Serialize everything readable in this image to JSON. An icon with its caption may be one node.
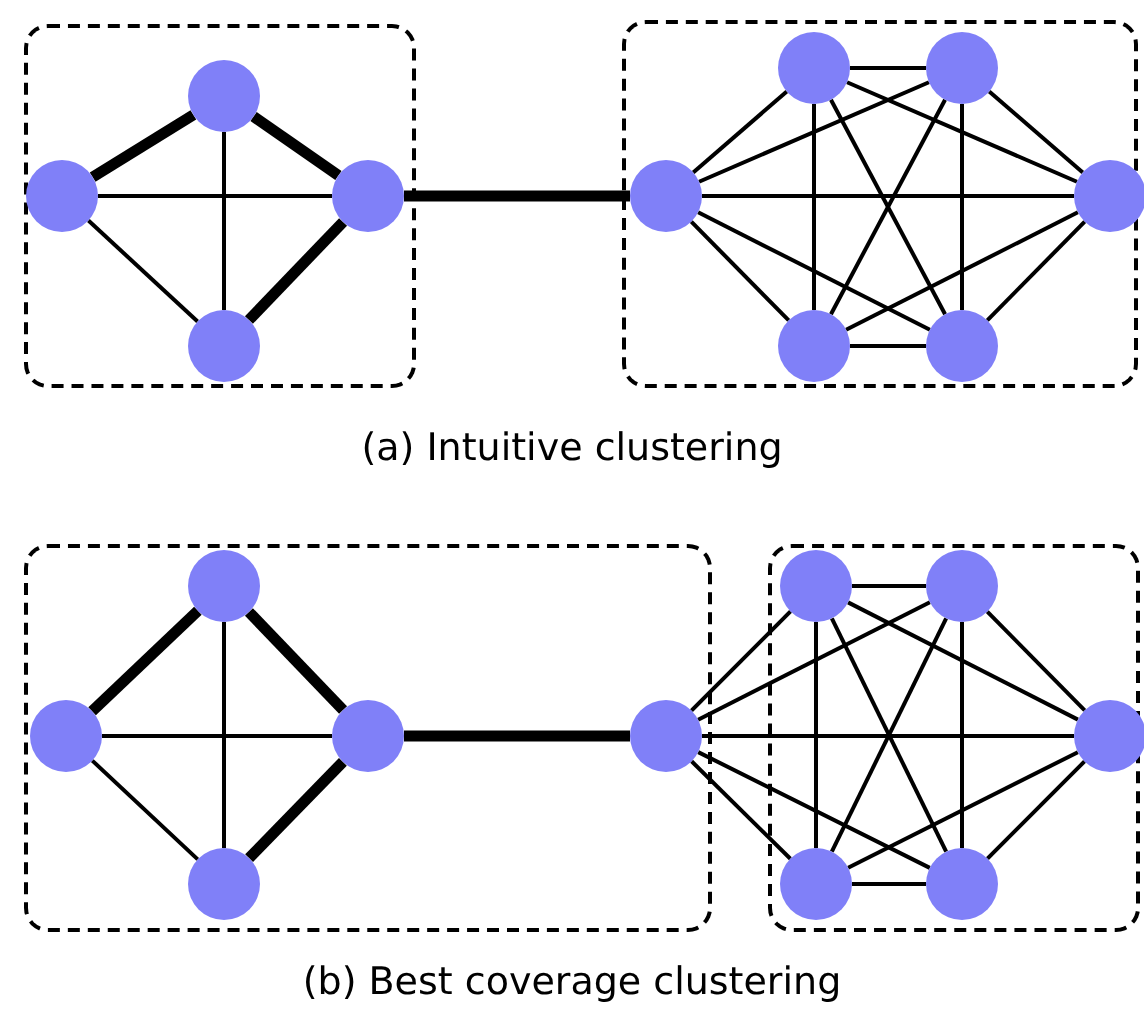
{
  "diagram": {
    "nodes": [
      {
        "text": [],
        "shape": "box"
      },
      {
        "text": [],
        "shape": "circle",
        "in": 0
      },
      {
        "text": [],
        "shape": "circle",
        "in": 0
      },
      {
        "text": [],
        "shape": "circle",
        "in": 0
      },
      {
        "text": [],
        "shape": "circle",
        "in": 0
      },
      {
        "text": [],
        "shape": "box"
      },
      {
        "text": [],
        "shape": "circle",
        "in": 5
      },
      {
        "text": [],
        "shape": "circle",
        "in": 5
      },
      {
        "text": [],
        "shape": "circle",
        "in": 5
      },
      {
        "text": [],
        "shape": "circle",
        "in": 5
      },
      {
        "text": [],
        "shape": "circle",
        "in": 5
      },
      {
        "text": [],
        "shape": "circle",
        "in": 5
      },
      {
        "text": [],
        "shape": "box"
      },
      {
        "text": [],
        "shape": "circle",
        "in": 12
      },
      {
        "text": [],
        "shape": "circle",
        "in": 12
      },
      {
        "text": [],
        "shape": "circle",
        "in": 12
      },
      {
        "text": [],
        "shape": "circle",
        "in": 12
      },
      {
        "text": [],
        "shape": "circle",
        "in": 12
      },
      {
        "text": [],
        "shape": "box"
      },
      {
        "text": [],
        "shape": "circle",
        "in": 18
      },
      {
        "text": [],
        "shape": "circle",
        "in": 18
      },
      {
        "text": [],
        "shape": "circle",
        "in": 18
      },
      {
        "text": [],
        "shape": "circle",
        "in": 18
      },
      {
        "text": [],
        "shape": "circle",
        "in": 18
      }
    ],
    "edges": [
      {
        "from": 1,
        "to": 2,
        "arrow": "none",
        "style": "thick"
      },
      {
        "from": 1,
        "to": 3,
        "arrow": "none",
        "style": "thick"
      },
      {
        "from": 3,
        "to": 4,
        "arrow": "none",
        "style": "thick"
      },
      {
        "from": 2,
        "to": 4,
        "arrow": "none"
      },
      {
        "from": 2,
        "to": 3,
        "arrow": "none"
      },
      {
        "from": 1,
        "to": 4,
        "arrow": "none"
      },
      {
        "from": 3,
        "to": 8,
        "arrow": "none",
        "style": "thick"
      },
      {
        "from": 6,
        "to": 7,
        "arrow": "none"
      },
      {
        "from": 6,
        "to": 8,
        "arrow": "none"
      },
      {
        "from": 6,
        "to": 9,
        "arrow": "none"
      },
      {
        "from": 6,
        "to": 10,
        "arrow": "none"
      },
      {
        "from": 6,
        "to": 11,
        "arrow": "none"
      },
      {
        "from": 7,
        "to": 8,
        "arrow": "none"
      },
      {
        "from": 7,
        "to": 9,
        "arrow": "none"
      },
      {
        "from": 7,
        "to": 10,
        "arrow": "none"
      },
      {
        "from": 7,
        "to": 11,
        "arrow": "none"
      },
      {
        "from": 8,
        "to": 9,
        "arrow": "none"
      },
      {
        "from": 8,
        "to": 10,
        "arrow": "none"
      },
      {
        "from": 8,
        "to": 11,
        "arrow": "none"
      },
      {
        "from": 9,
        "to": 10,
        "arrow": "none"
      },
      {
        "from": 9,
        "to": 11,
        "arrow": "none"
      },
      {
        "from": 10,
        "to": 11,
        "arrow": "none"
      },
      {
        "from": 13,
        "to": 14,
        "arrow": "none",
        "style": "thick"
      },
      {
        "from": 13,
        "to": 15,
        "arrow": "none",
        "style": "thick"
      },
      {
        "from": 15,
        "to": 16,
        "arrow": "none",
        "style": "thick"
      },
      {
        "from": 14,
        "to": 16,
        "arrow": "none"
      },
      {
        "from": 14,
        "to": 15,
        "arrow": "none"
      },
      {
        "from": 13,
        "to": 16,
        "arrow": "none"
      },
      {
        "from": 15,
        "to": 17,
        "arrow": "none",
        "style": "thick"
      },
      {
        "from": 19,
        "to": 20,
        "arrow": "none"
      },
      {
        "from": 19,
        "to": 17,
        "arrow": "none"
      },
      {
        "from": 19,
        "to": 21,
        "arrow": "none"
      },
      {
        "from": 19,
        "to": 22,
        "arrow": "none"
      },
      {
        "from": 19,
        "to": 23,
        "arrow": "none"
      },
      {
        "from": 20,
        "to": 17,
        "arrow": "none"
      },
      {
        "from": 20,
        "to": 21,
        "arrow": "none"
      },
      {
        "from": 20,
        "to": 22,
        "arrow": "none"
      },
      {
        "from": 20,
        "to": 23,
        "arrow": "none"
      },
      {
        "from": 17,
        "to": 21,
        "arrow": "none"
      },
      {
        "from": 17,
        "to": 22,
        "arrow": "none"
      },
      {
        "from": 17,
        "to": 23,
        "arrow": "none"
      },
      {
        "from": 21,
        "to": 22,
        "arrow": "none"
      },
      {
        "from": 21,
        "to": 23,
        "arrow": "none"
      },
      {
        "from": 22,
        "to": 23,
        "arrow": "none"
      }
    ],
    "labels": [
      "(a) Intuitive clustering",
      "(b) Best coverage clustering"
    ]
  }
}
